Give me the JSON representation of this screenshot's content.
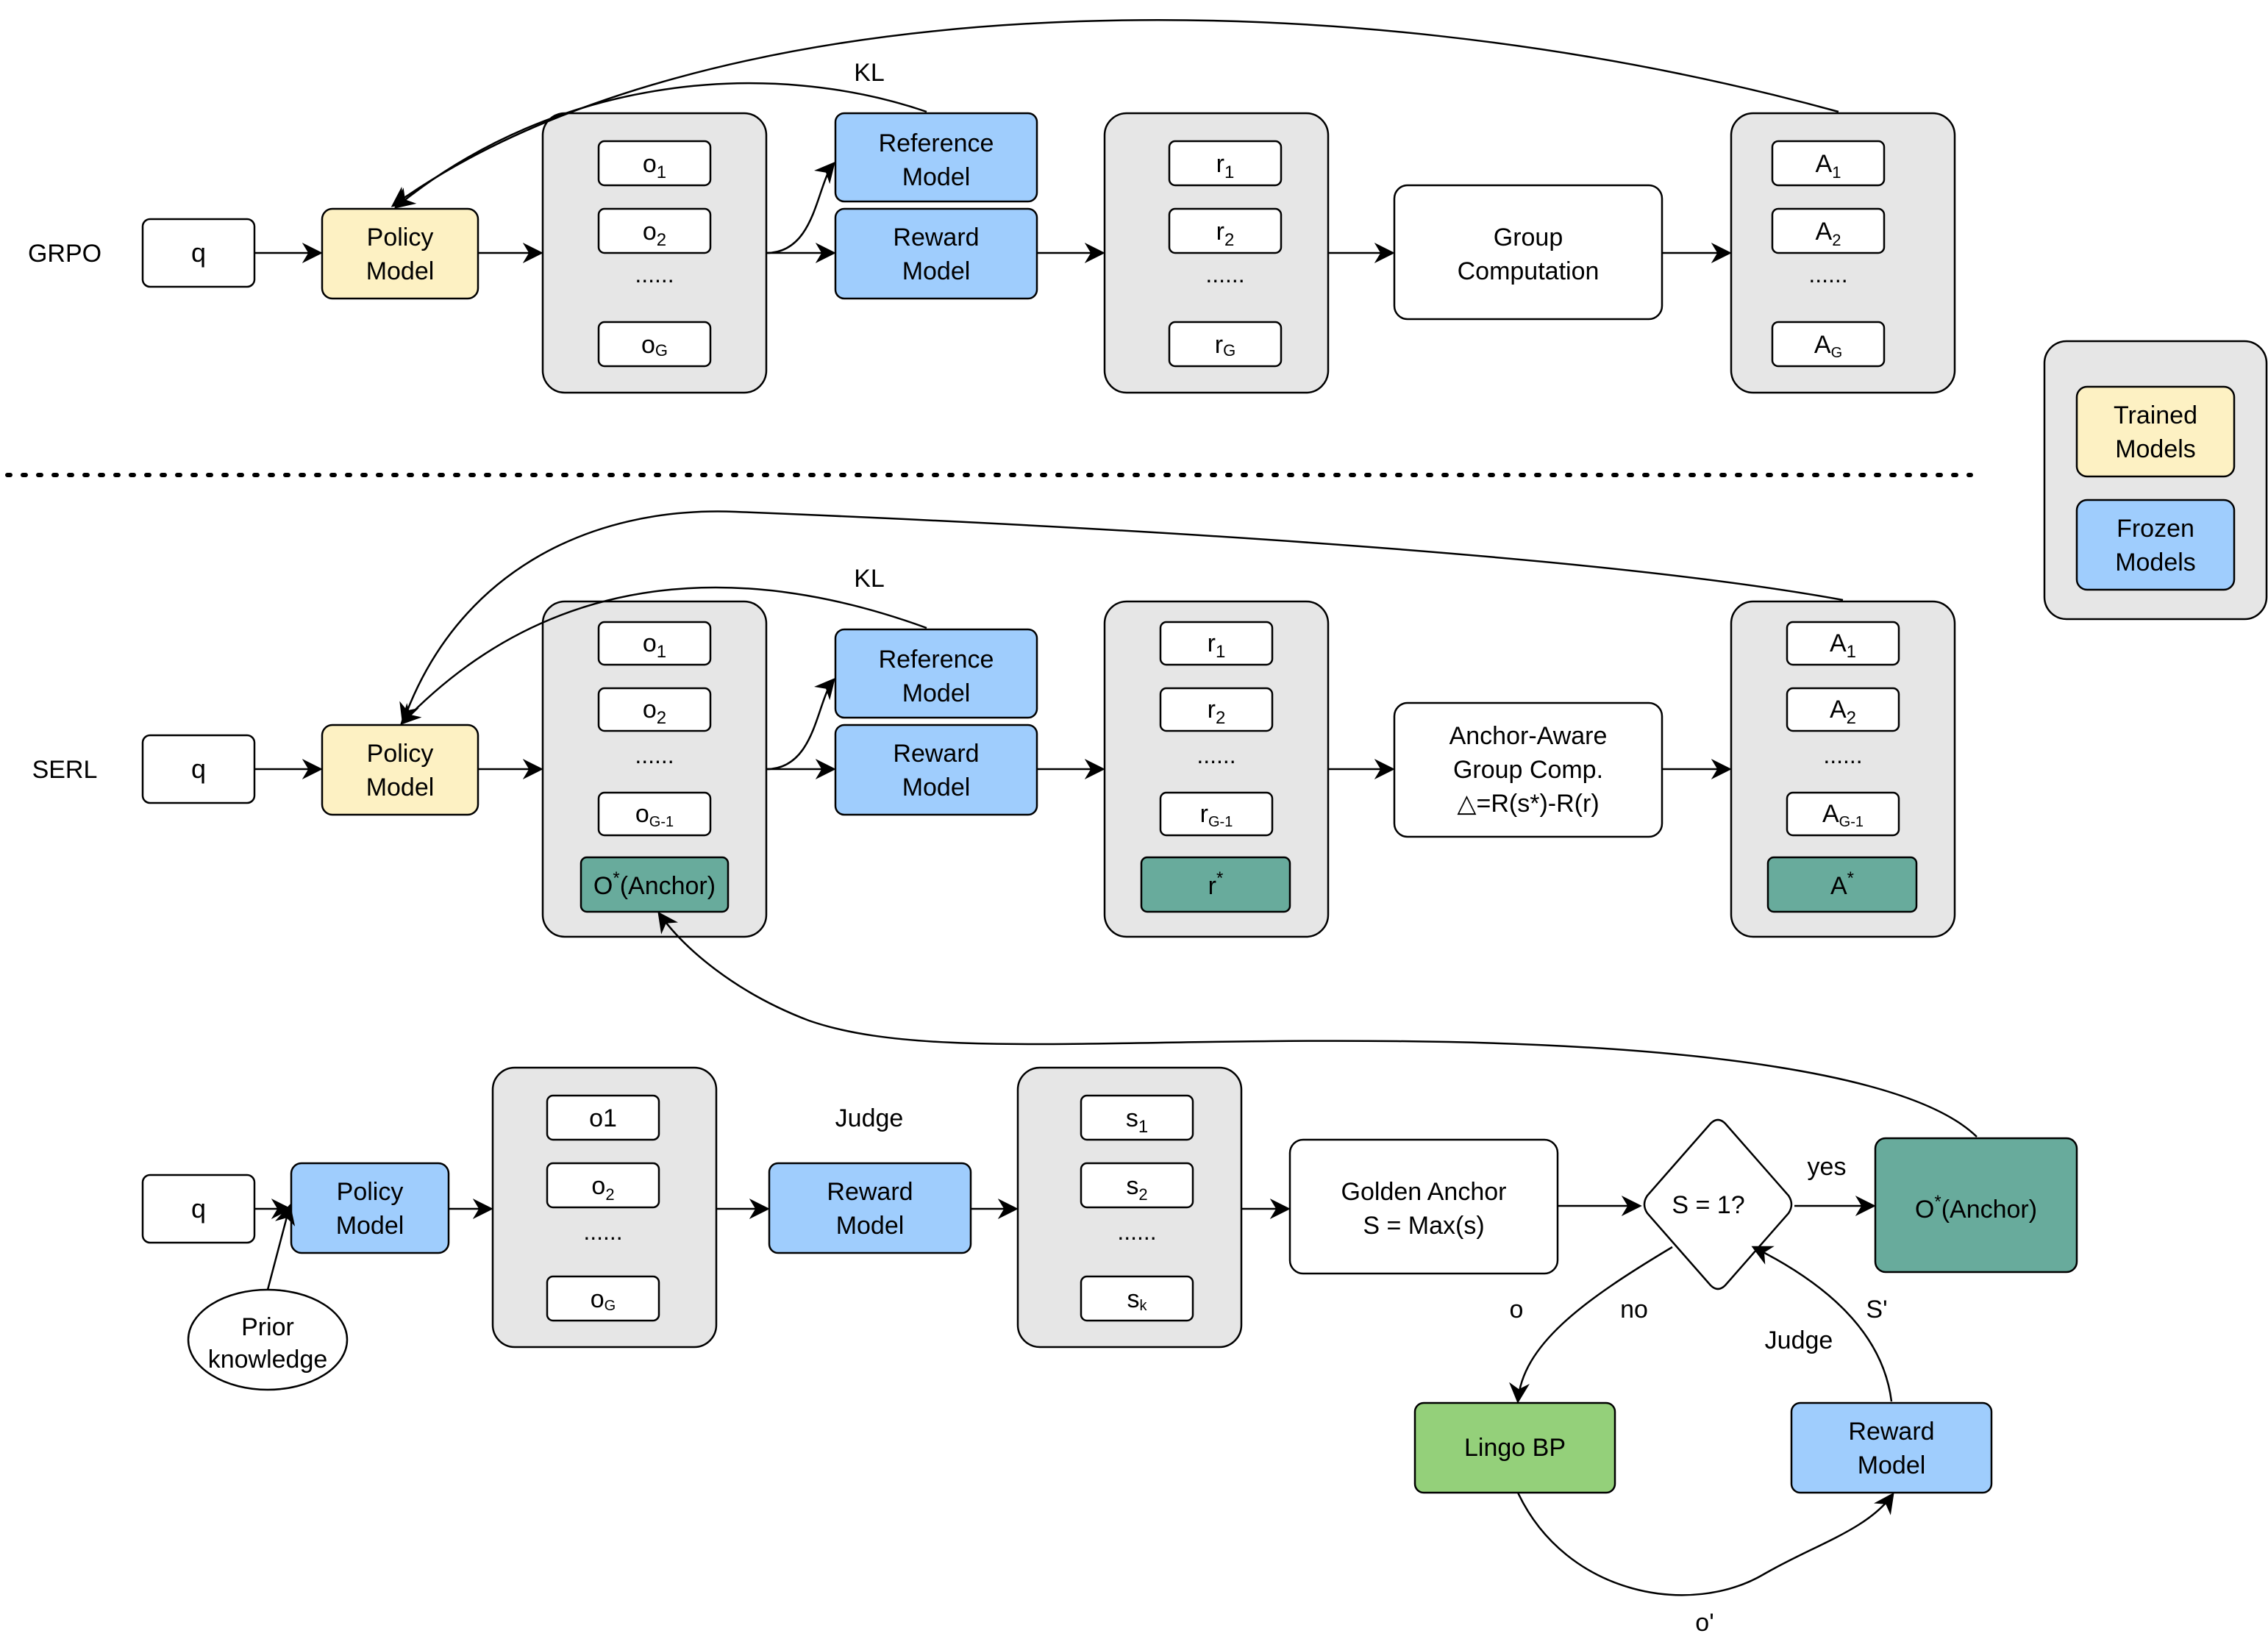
{
  "rows": {
    "grpo": {
      "label": "GRPO",
      "q": "q",
      "policy": [
        "Policy",
        "Model"
      ],
      "outputs": {
        "o1": "o",
        "o1_sub": "1",
        "o2": "o",
        "o2_sub": "2",
        "dots": "......",
        "oG": "o",
        "oG_sub": "G"
      },
      "kl": "KL",
      "reference": [
        "Reference",
        "Model"
      ],
      "reward": [
        "Reward",
        "Model"
      ],
      "rewards": {
        "r1": "r",
        "r1_sub": "1",
        "r2": "r",
        "r2_sub": "2",
        "dots": "......",
        "rG": "r",
        "rG_sub": "G"
      },
      "group": [
        "Group",
        "Computation"
      ],
      "advantages": {
        "a1": "A",
        "a1_sub": "1",
        "a2": "A",
        "a2_sub": "2",
        "dots": "......",
        "aG": "A",
        "aG_sub": "G"
      }
    },
    "serl": {
      "label": "SERL",
      "q": "q",
      "policy": [
        "Policy",
        "Model"
      ],
      "outputs": {
        "o1": "o",
        "o1_sub": "1",
        "o2": "o",
        "o2_sub": "2",
        "dots": "......",
        "oG1": "o",
        "oG1_sub": "G-1",
        "anchor": "O",
        "anchor_sup": "*",
        "anchor_rest": "(Anchor)"
      },
      "kl": "KL",
      "reference": [
        "Reference",
        "Model"
      ],
      "reward": [
        "Reward",
        "Model"
      ],
      "rewards": {
        "r1": "r",
        "r1_sub": "1",
        "r2": "r",
        "r2_sub": "2",
        "dots": "......",
        "rG1": "r",
        "rG1_sub": "G-1",
        "rstar": "r",
        "rstar_sup": "*"
      },
      "group": [
        "Anchor-Aware",
        "Group Comp.",
        "△=R(s*)-R(r)"
      ],
      "advantages": {
        "a1": "A",
        "a1_sub": "1",
        "a2": "A",
        "a2_sub": "2",
        "dots": "......",
        "aG1": "A",
        "aG1_sub": "G-1",
        "astar": "A",
        "astar_sup": "*"
      }
    },
    "anchor_gen": {
      "q": "q",
      "prior": [
        "Prior",
        "knowledge"
      ],
      "policy": [
        "Policy",
        "Model"
      ],
      "outputs": {
        "o1": "o1",
        "o2": "o",
        "o2_sub": "2",
        "dots": "......",
        "oG": "o",
        "oG_sub": "G"
      },
      "judge": "Judge",
      "reward": [
        "Reward",
        "Model"
      ],
      "scores": {
        "s1": "s",
        "s1_sub": "1",
        "s2": "s",
        "s2_sub": "2",
        "dots": "......",
        "sk": "s",
        "sk_sub": "k"
      },
      "golden": [
        "Golden Anchor",
        "S = Max(s)"
      ],
      "decision": "S = 1?",
      "yes": "yes",
      "no": "no",
      "o_label": "o",
      "anchor": "O",
      "anchor_sup": "*",
      "anchor_rest": "(Anchor)",
      "lingo": "Lingo BP",
      "reward2": [
        "Reward",
        "Model"
      ],
      "judge2": "Judge",
      "s_prime": "S'",
      "o_prime": "o'"
    }
  },
  "legend": {
    "trained": [
      "Trained",
      "Models"
    ],
    "frozen": [
      "Frozen",
      "Models"
    ]
  },
  "colors": {
    "trained": "#fdf1c3",
    "frozen": "#9fcdfd",
    "anchor": "#68ab9c",
    "lingo": "#94d07a",
    "group_bg": "#e6e6e6",
    "stroke": "#000000"
  }
}
